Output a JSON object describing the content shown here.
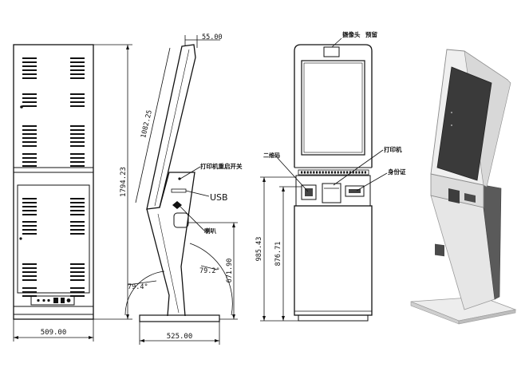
{
  "dimensions": {
    "back_width": "509.00",
    "total_height": "1794.23",
    "top_depth": "55.00",
    "screen_length": "1082.25",
    "base_depth": "525.00",
    "lower_height": "671.90",
    "angle_left": "79.4°",
    "angle_right": "79.2°",
    "front_height_total": "985.43",
    "front_height_lower": "876.71"
  },
  "labels": {
    "camera": "摄像头",
    "reserved": "预留",
    "printer_side": "打印机重启开关",
    "usb": "USB",
    "speaker": "喇叭",
    "qrcode": "二维码",
    "printer_front": "打印机",
    "idcard": "身份证"
  },
  "colors": {
    "line": "#111111",
    "render_body": "#e9e9e9",
    "render_screen": "#3a3a3a",
    "render_dark": "#555555"
  }
}
